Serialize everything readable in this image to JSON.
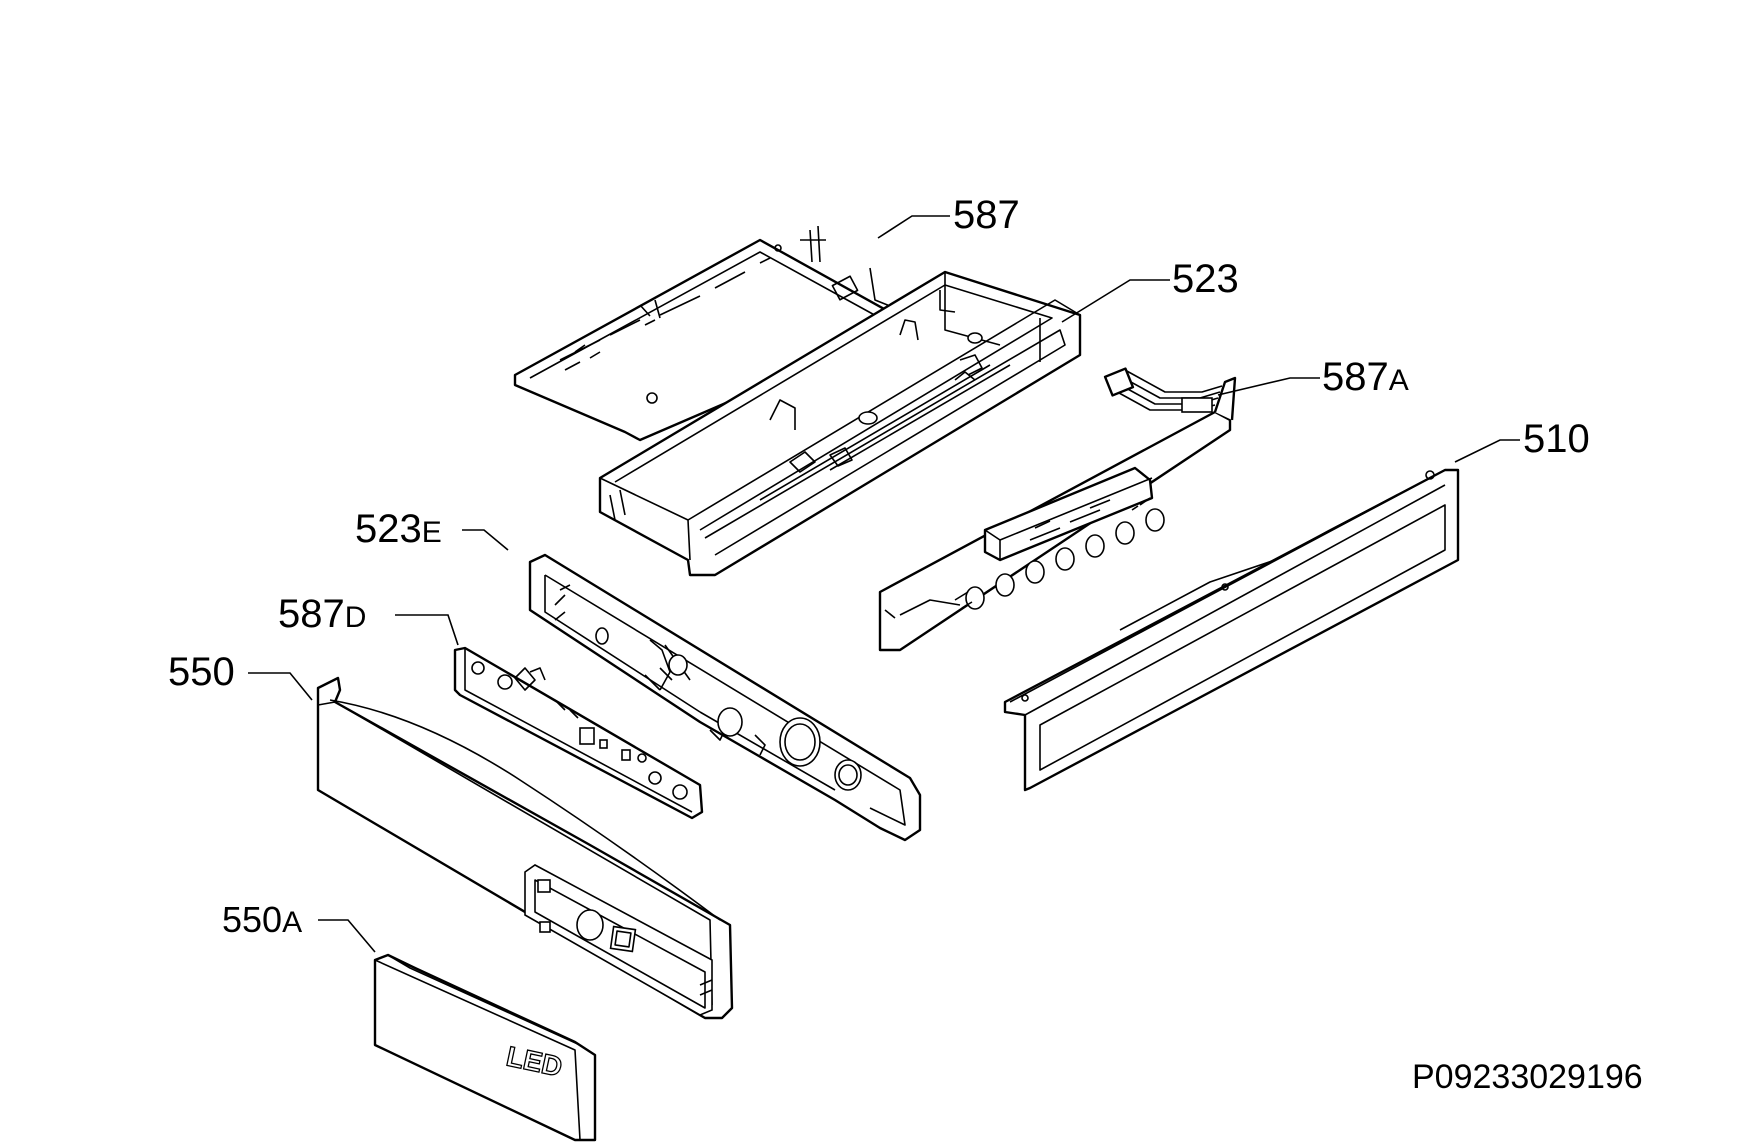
{
  "document_code": "P09233029196",
  "panel_text": "LED",
  "callouts": {
    "c587": {
      "num": "587",
      "suffix": ""
    },
    "c523": {
      "num": "523",
      "suffix": ""
    },
    "c587A": {
      "num": "587",
      "suffix": "A"
    },
    "c510": {
      "num": "510",
      "suffix": ""
    },
    "c523E": {
      "num": "523",
      "suffix": "E"
    },
    "c587D": {
      "num": "587",
      "suffix": "D"
    },
    "c550": {
      "num": "550",
      "suffix": ""
    },
    "c550A": {
      "num": "550",
      "suffix": "A"
    }
  }
}
